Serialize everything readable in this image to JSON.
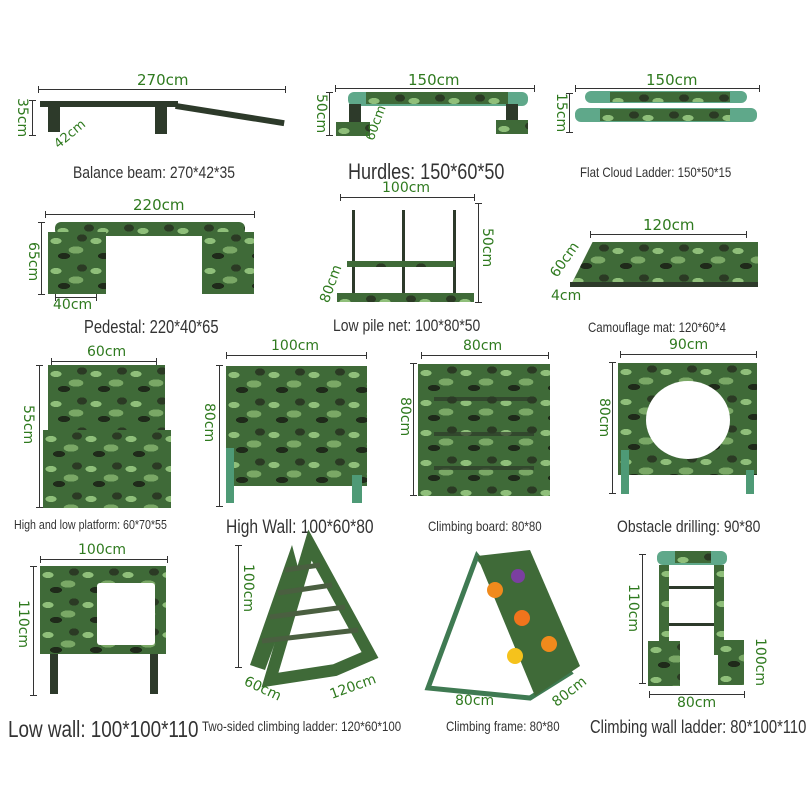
{
  "items": [
    {
      "name": "Balance beam",
      "caption": "Balance beam: 270*42*35",
      "dims": {
        "length": "270cm",
        "depth": "42cm",
        "height": "35cm"
      }
    },
    {
      "name": "Hurdles",
      "caption": "Hurdles: 150*60*50",
      "dims": {
        "length": "150cm",
        "depth": "60cm",
        "height": "50cm"
      }
    },
    {
      "name": "Flat Cloud Ladder",
      "caption": "Flat Cloud Ladder: 150*50*15",
      "dims": {
        "length": "150cm",
        "height": "15cm"
      }
    },
    {
      "name": "Pedestal",
      "caption": "Pedestal: 220*40*65",
      "dims": {
        "length": "220cm",
        "depth": "40cm",
        "height": "65cm"
      }
    },
    {
      "name": "Low pile net",
      "caption": "Low pile net: 100*80*50",
      "dims": {
        "length": "100cm",
        "depth": "80cm",
        "height": "50cm"
      }
    },
    {
      "name": "Camouflage mat",
      "caption": "Camouflage mat: 120*60*4",
      "dims": {
        "length": "120cm",
        "depth": "60cm",
        "thickness": "4cm"
      }
    },
    {
      "name": "High and low platform",
      "caption": "High and low platform: 60*70*55",
      "dims": {
        "length": "60cm",
        "height": "55cm"
      }
    },
    {
      "name": "High Wall",
      "caption": "High Wall: 100*60*80",
      "dims": {
        "length": "100cm",
        "height": "80cm"
      }
    },
    {
      "name": "Climbing board",
      "caption": "Climbing board: 80*80",
      "dims": {
        "length": "80cm",
        "height": "80cm"
      }
    },
    {
      "name": "Obstacle drilling",
      "caption": "Obstacle drilling: 90*80",
      "dims": {
        "length": "90cm",
        "height": "80cm"
      }
    },
    {
      "name": "Low wall",
      "caption": "Low wall: 100*100*110",
      "dims": {
        "length": "100cm",
        "height": "110cm"
      }
    },
    {
      "name": "Two-sided climbing ladder",
      "caption": "Two-sided climbing ladder: 120*60*100",
      "dims": {
        "length": "120cm",
        "depth": "60cm",
        "height": "100cm"
      }
    },
    {
      "name": "Climbing frame",
      "caption": "Climbing frame: 80*80",
      "dims": {
        "length": "80cm",
        "depth": "80cm"
      }
    },
    {
      "name": "Climbing wall ladder",
      "caption": "Climbing wall ladder: 80*100*110",
      "dims": {
        "length": "80cm",
        "depth": "100cm",
        "height": "110cm"
      }
    }
  ],
  "colors": {
    "dimension_text": "#2f7a1f",
    "caption_text": "#333333",
    "pipe": "#5fa88a",
    "camo_base": "#3f6a38"
  }
}
